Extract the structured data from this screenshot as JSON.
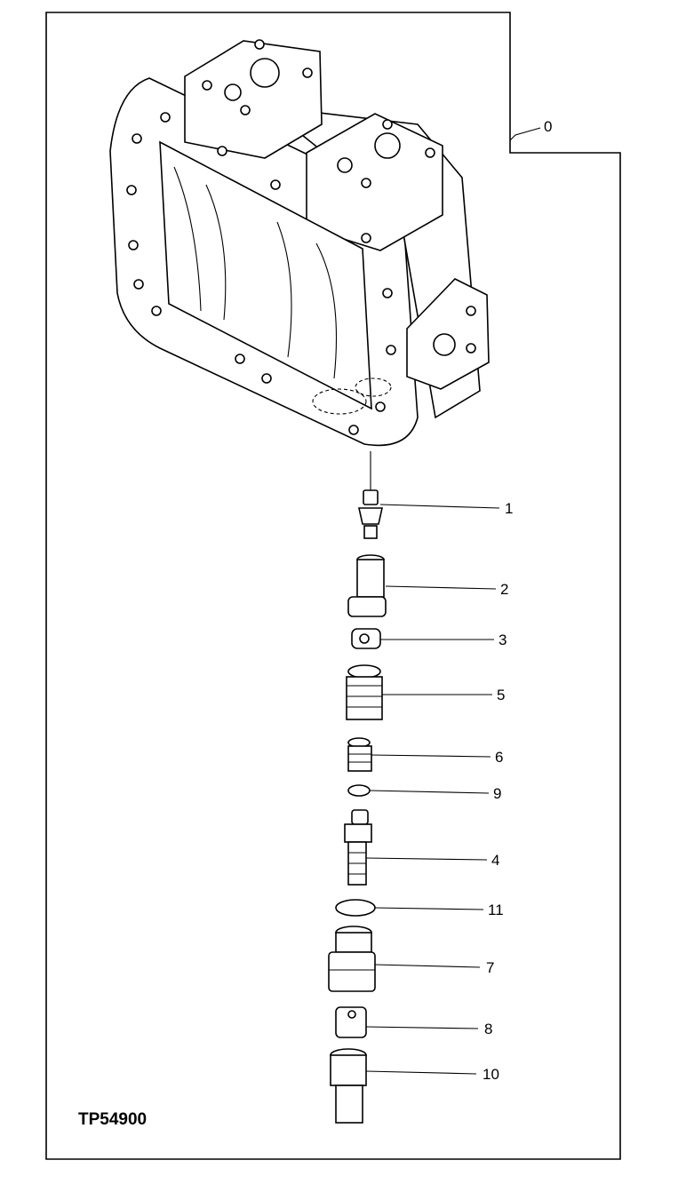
{
  "figure": {
    "id_label": "TP54900",
    "assembly_callout": "0",
    "callouts": [
      "1",
      "2",
      "3",
      "5",
      "6",
      "9",
      "4",
      "11",
      "7",
      "8",
      "10"
    ]
  }
}
